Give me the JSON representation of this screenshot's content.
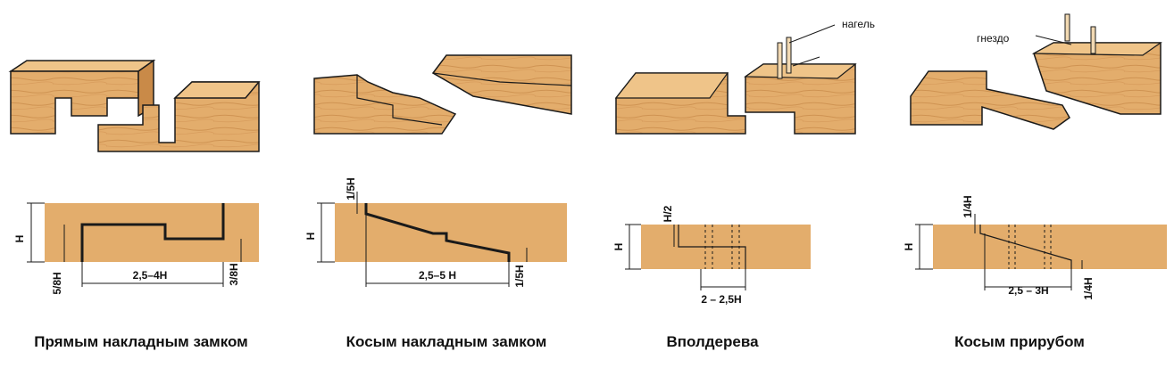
{
  "colors": {
    "wood": "#e3ad6c",
    "wood_light": "#efc489",
    "wood_dark": "#c98a48",
    "outline": "#1a1a1a",
    "background": "#ffffff"
  },
  "labels": {
    "nagel": "нагель",
    "gnezdo": "гнездо"
  },
  "joints": [
    {
      "caption": "Прямым накладным замком",
      "height": "H",
      "lap_depth": "5/8H",
      "length": "2,5–4H",
      "step": "3/8H"
    },
    {
      "caption": "Косым накладным замком",
      "top_step": "1/5H",
      "height": "H",
      "length": "2,5–5 H",
      "bottom_step": "1/5H"
    },
    {
      "caption": "Вполдерева",
      "half": "H/2",
      "height": "H",
      "length": "2 – 2,5H"
    },
    {
      "caption": "Косым прирубом",
      "top_step": "1/4H",
      "height": "H",
      "length": "2,5 – 3H",
      "bottom_step": "1/4H"
    }
  ]
}
